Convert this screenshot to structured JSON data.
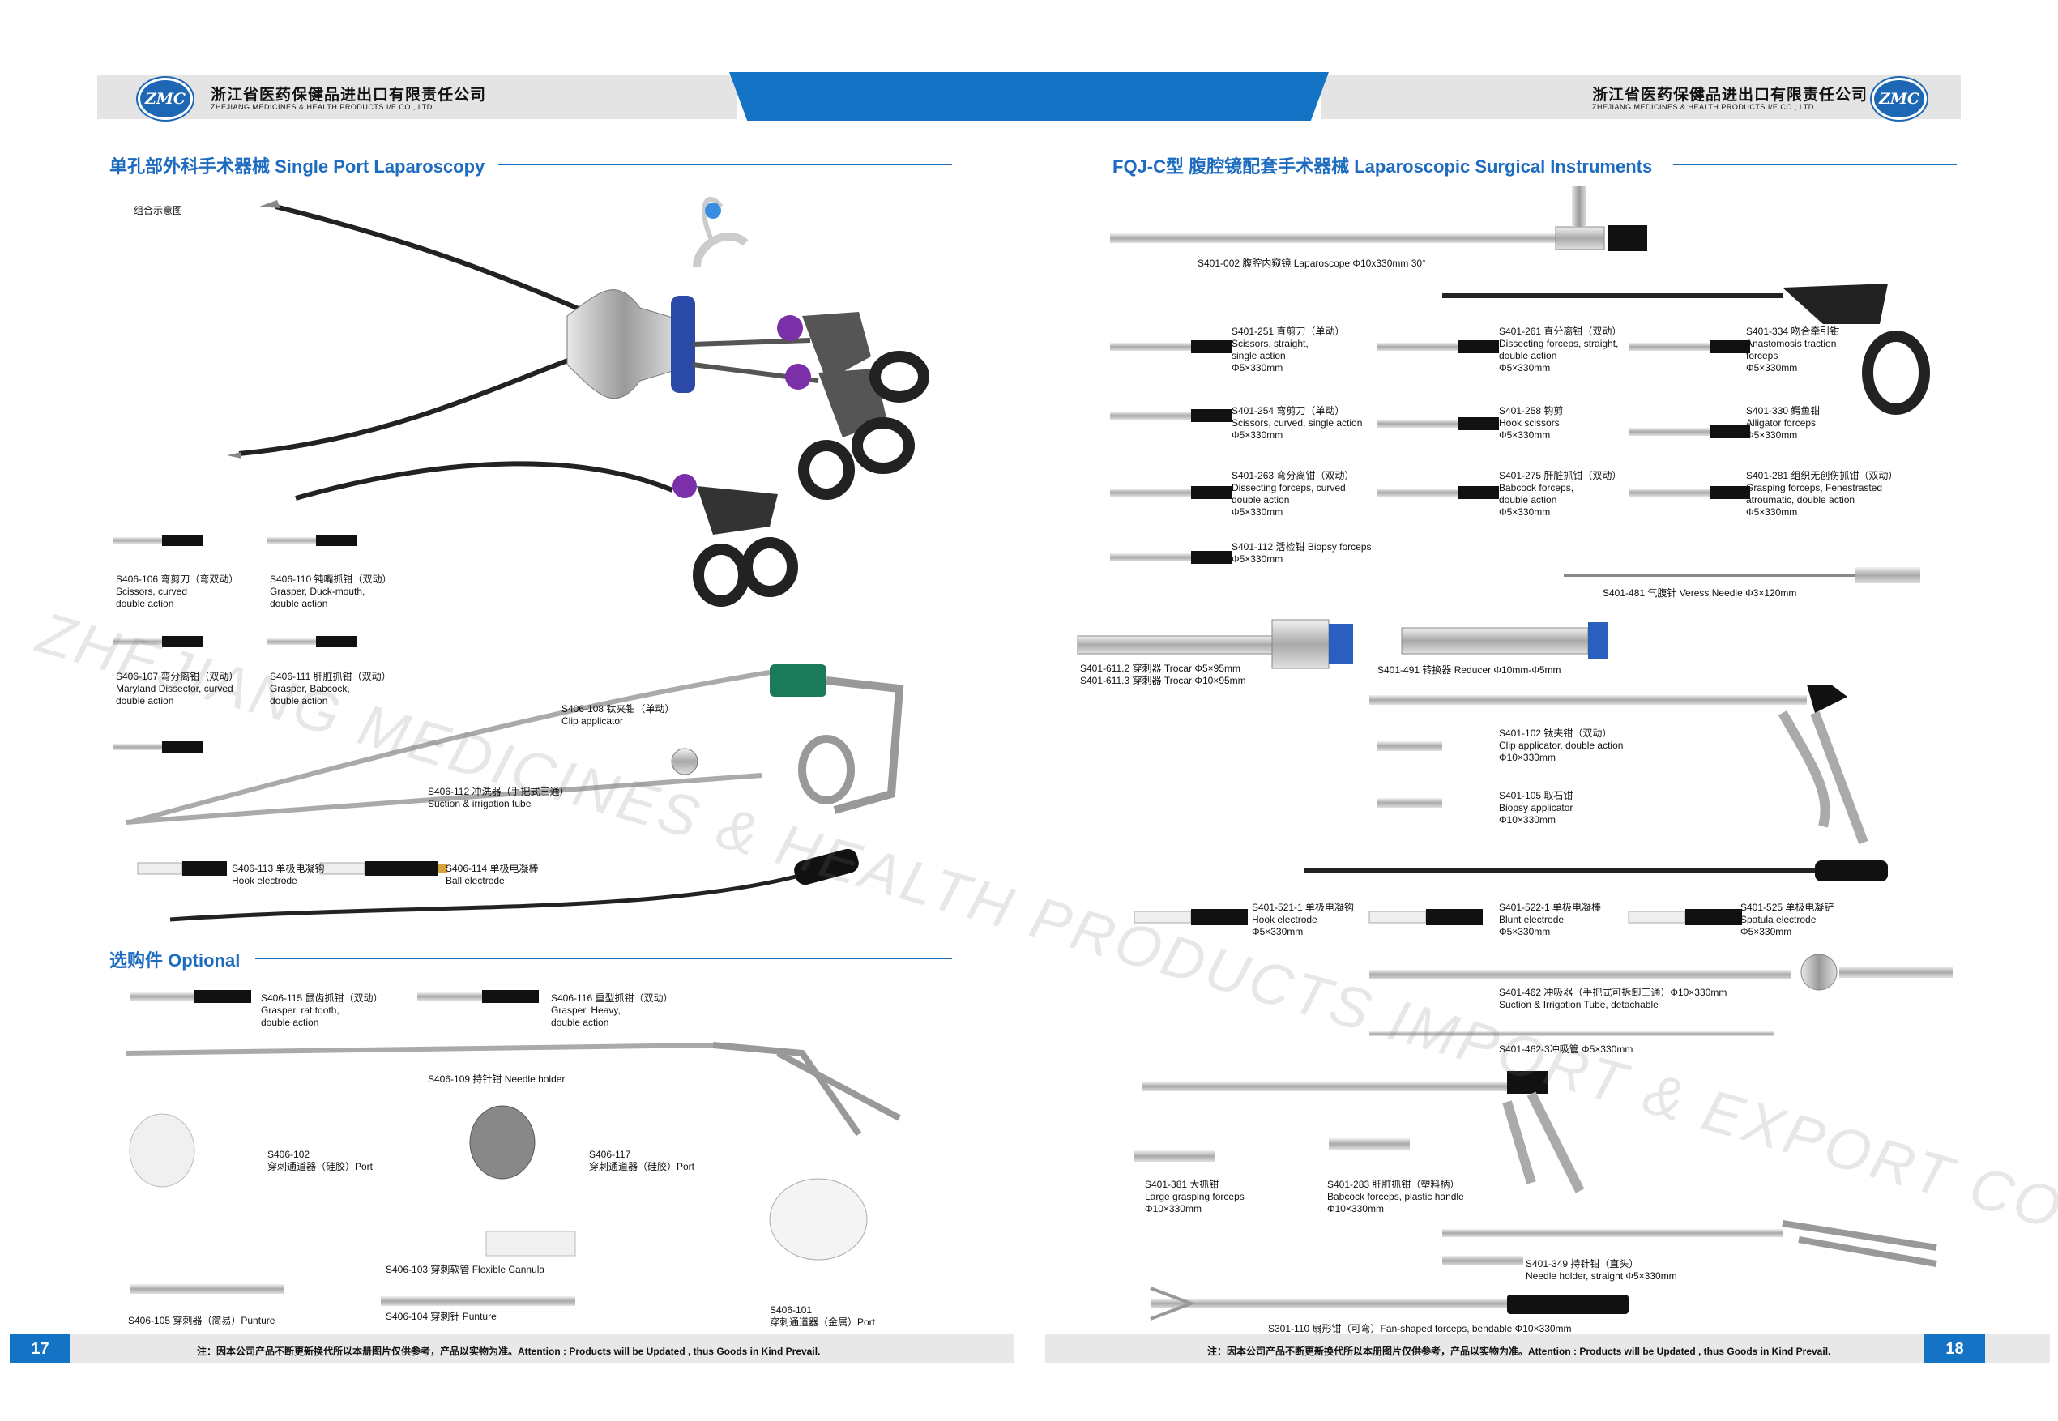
{
  "header": {
    "company_cn": "浙江省医药保健品进出口有限责任公司",
    "company_en": "ZHEJIANG MEDICINES & HEALTH PRODUCTS I/E CO., LTD.",
    "logo_text": "ZMC"
  },
  "left": {
    "section1_title": "单孔部外科手术器械 Single Port Laparoscopy",
    "assembly_label": "组合示意图",
    "section2_title": "选购件 Optional",
    "captions": {
      "s406_106": [
        "S406-106 弯剪刀（弯双动）",
        "Scissors, curved",
        "double action"
      ],
      "s406_110": [
        "S406-110 钝嘴抓钳（双动）",
        "Grasper, Duck-mouth,",
        "double action"
      ],
      "s406_107": [
        "S406-107 弯分离钳（双动）",
        "Maryland Dissector, curved",
        "double action"
      ],
      "s406_111": [
        "S406-111 肝脏抓钳（双动）",
        "Grasper, Babcock,",
        "double action"
      ],
      "s406_108": [
        "S406-108 钛夹钳（单动）",
        "Clip applicator"
      ],
      "s406_112": [
        "S406-112 冲洗器（手把式三通）",
        "Suction & irrigation tube"
      ],
      "s406_113": [
        "S406-113 单极电凝钩",
        "Hook electrode"
      ],
      "s406_114": [
        "S406-114 单极电凝棒",
        "Ball electrode"
      ],
      "s406_115": [
        "S406-115 鼠齿抓钳（双动）",
        "Grasper, rat tooth,",
        "double action"
      ],
      "s406_116": [
        "S406-116 重型抓钳（双动）",
        "Grasper, Heavy,",
        "double action"
      ],
      "s406_109": [
        "S406-109 持针钳 Needle holder"
      ],
      "s406_102": [
        "S406-102",
        "穿刺通道器（硅胶）Port"
      ],
      "s406_117": [
        "S406-117",
        "穿刺通道器（硅胶）Port"
      ],
      "s406_103": [
        "S406-103 穿刺软管 Flexible Cannula"
      ],
      "s406_104": [
        "S406-104 穿刺针 Punture"
      ],
      "s406_105": [
        "S406-105 穿刺器（简易）Punture"
      ],
      "s406_101": [
        "S406-101",
        "穿刺通道器（金属）Port"
      ]
    }
  },
  "right": {
    "section_title": "FQJ-C型 腹腔镜配套手术器械 Laparoscopic Surgical Instruments",
    "captions": {
      "s401_002": [
        "S401-002 腹腔内窥镜 Laparoscope Φ10x330mm 30°"
      ],
      "s401_251": [
        "S401-251 直剪刀（单动）",
        "Scissors, straight,",
        "single action",
        "Φ5×330mm"
      ],
      "s401_261": [
        "S401-261 直分离钳（双动）",
        "Dissecting forceps, straight,",
        "double action",
        "Φ5×330mm"
      ],
      "s401_334": [
        "S401-334 吻合牵引钳",
        "Anastomosis traction",
        "forceps",
        "Φ5×330mm"
      ],
      "s401_254": [
        "S401-254 弯剪刀（单动）",
        "Scissors, curved, single action",
        "Φ5×330mm"
      ],
      "s401_258": [
        "S401-258 钩剪",
        "Hook scissors",
        "Φ5×330mm"
      ],
      "s401_330": [
        "S401-330 鳄鱼钳",
        "Alligator forceps",
        "Φ5×330mm"
      ],
      "s401_263": [
        "S401-263 弯分离钳（双动）",
        "Dissecting forceps, curved,",
        "double action",
        "Φ5×330mm"
      ],
      "s401_275": [
        "S401-275 肝脏抓钳（双动）",
        "Babcock forceps,",
        "double action",
        "Φ5×330mm"
      ],
      "s401_281": [
        "S401-281 组织无创伤抓钳（双动）",
        "Grasping forceps, Fenestrasted",
        "atroumatic, double action",
        "Φ5×330mm"
      ],
      "s401_112": [
        "S401-112 活检钳 Biopsy forceps",
        "Φ5×330mm"
      ],
      "s401_481": [
        "S401-481 气腹针 Veress Needle Φ3×120mm"
      ],
      "s401_611": [
        "S401-611.2 穿刺器 Trocar Φ5×95mm",
        "S401-611.3 穿刺器 Trocar Φ10×95mm"
      ],
      "s401_491": [
        "S401-491 转换器 Reducer Φ10mm-Φ5mm"
      ],
      "s401_102": [
        "S401-102 钛夹钳（双动）",
        "Clip applicator, double action",
        "Φ10×330mm"
      ],
      "s401_105": [
        "S401-105 取石钳",
        "Biopsy applicator",
        "Φ10×330mm"
      ],
      "s401_521": [
        "S401-521-1 单极电凝钩",
        "Hook electrode",
        "Φ5×330mm"
      ],
      "s401_522": [
        "S401-522-1 单极电凝棒",
        "Blunt electrode",
        "Φ5×330mm"
      ],
      "s401_525": [
        "S401-525 单极电凝铲",
        "Spatula electrode",
        "Φ5×330mm"
      ],
      "s401_462": [
        "S401-462 冲吸器（手把式可拆卸三通）Φ10×330mm",
        "Suction & Irrigation Tube, detachable"
      ],
      "s401_462_3": [
        "S401-462-3冲吸管 Φ5×330mm"
      ],
      "s401_381": [
        "S401-381 大抓钳",
        "Large grasping forceps",
        "Φ10×330mm"
      ],
      "s401_283": [
        "S401-283 肝脏抓钳（塑料柄）",
        "Babcock forceps, plastic handle",
        "Φ10×330mm"
      ],
      "s401_349": [
        "S401-349 持针钳（直头）",
        "Needle holder, straight Φ5×330mm"
      ],
      "s301_110": [
        "S301-110 扇形钳（可弯）Fan-shaped forceps, bendable  Φ10×330mm"
      ]
    }
  },
  "footer": {
    "page_left": "17",
    "page_right": "18",
    "note": "注：因本公司产品不断更新换代所以本册图片仅供参考，产品以实物为准。Attention : Products will be Updated , thus Goods in Kind Prevail."
  },
  "watermark": "ZHEJIANG MEDICINES & HEALTH PRODUCTS IMPORT & EXPORT CO., LTD.,",
  "colors": {
    "accent": "#1473c5",
    "title_blue": "#1e6cbf",
    "header_gray": "#e4e4e4",
    "purple": "#7b2fa8",
    "teal": "#1a7a5a"
  }
}
